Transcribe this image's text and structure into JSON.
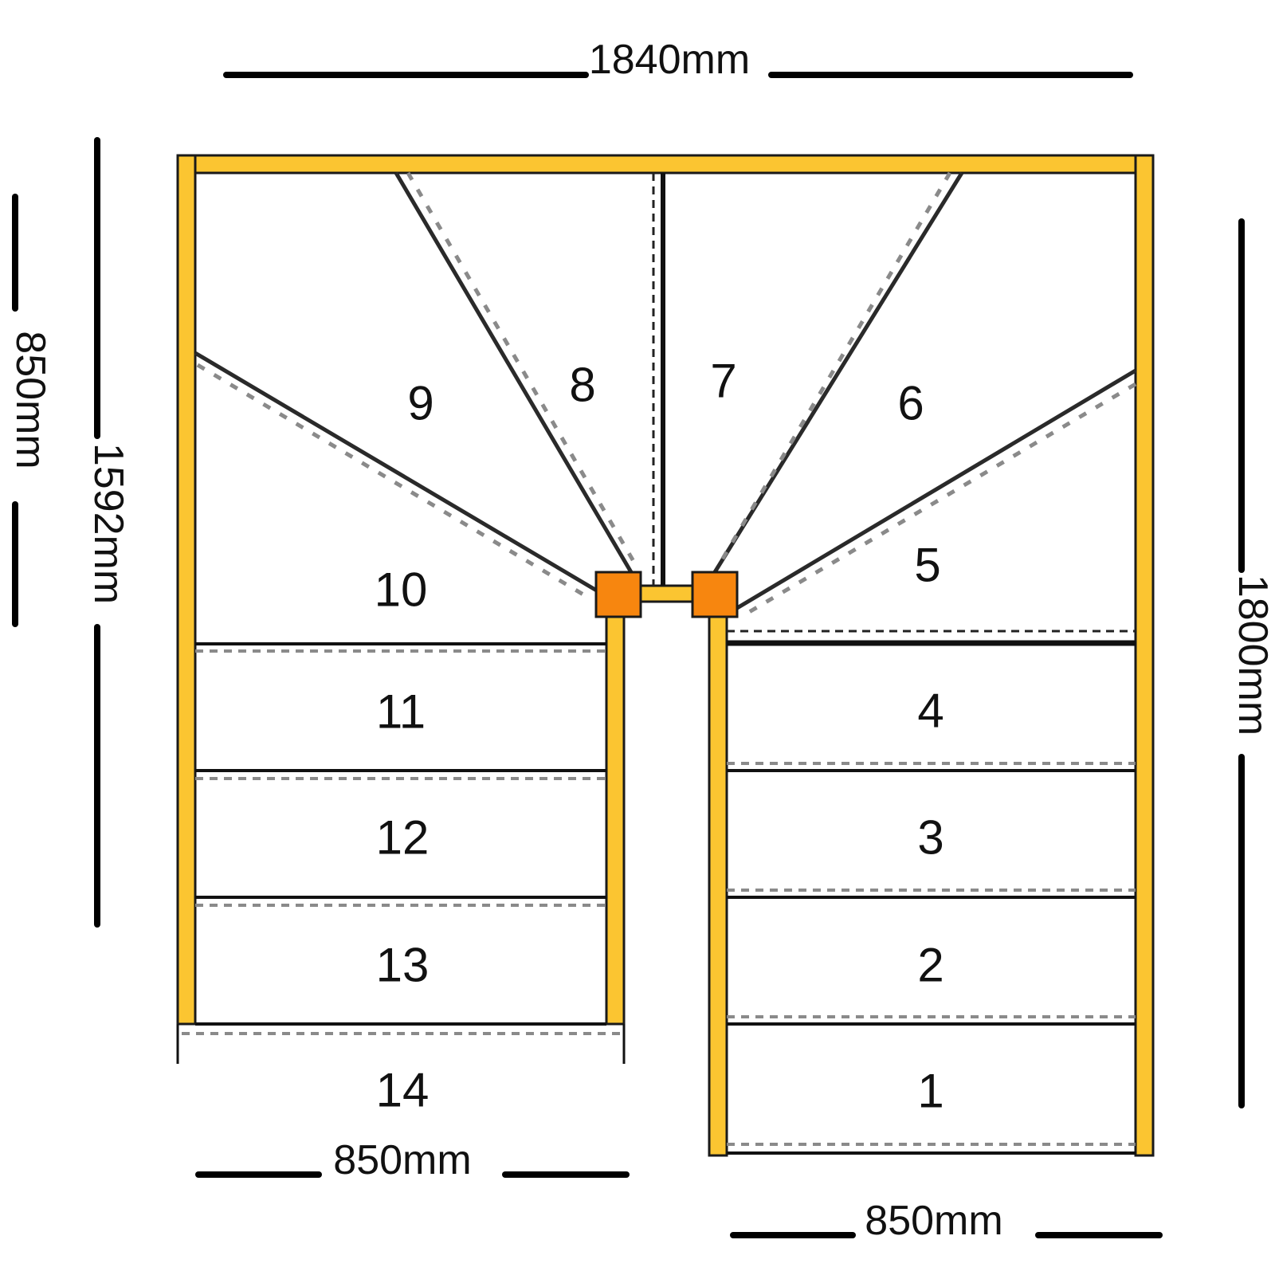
{
  "dimensions": {
    "top_width": "1840mm",
    "left_outer_height": "850mm",
    "left_inner_height": "1592mm",
    "right_height": "1800mm",
    "left_flight_width": "850mm",
    "right_flight_width": "850mm"
  },
  "steps": {
    "s1": "1",
    "s2": "2",
    "s3": "3",
    "s4": "4",
    "s5": "5",
    "s6": "6",
    "s7": "7",
    "s8": "8",
    "s9": "9",
    "s10": "10",
    "s11": "11",
    "s12": "12",
    "s13": "13",
    "s14": "14"
  },
  "colors": {
    "stringer": "#fbc531",
    "newel_post": "#f7860f",
    "line": "#222222",
    "nosing_dash": "#8a8a8a"
  }
}
